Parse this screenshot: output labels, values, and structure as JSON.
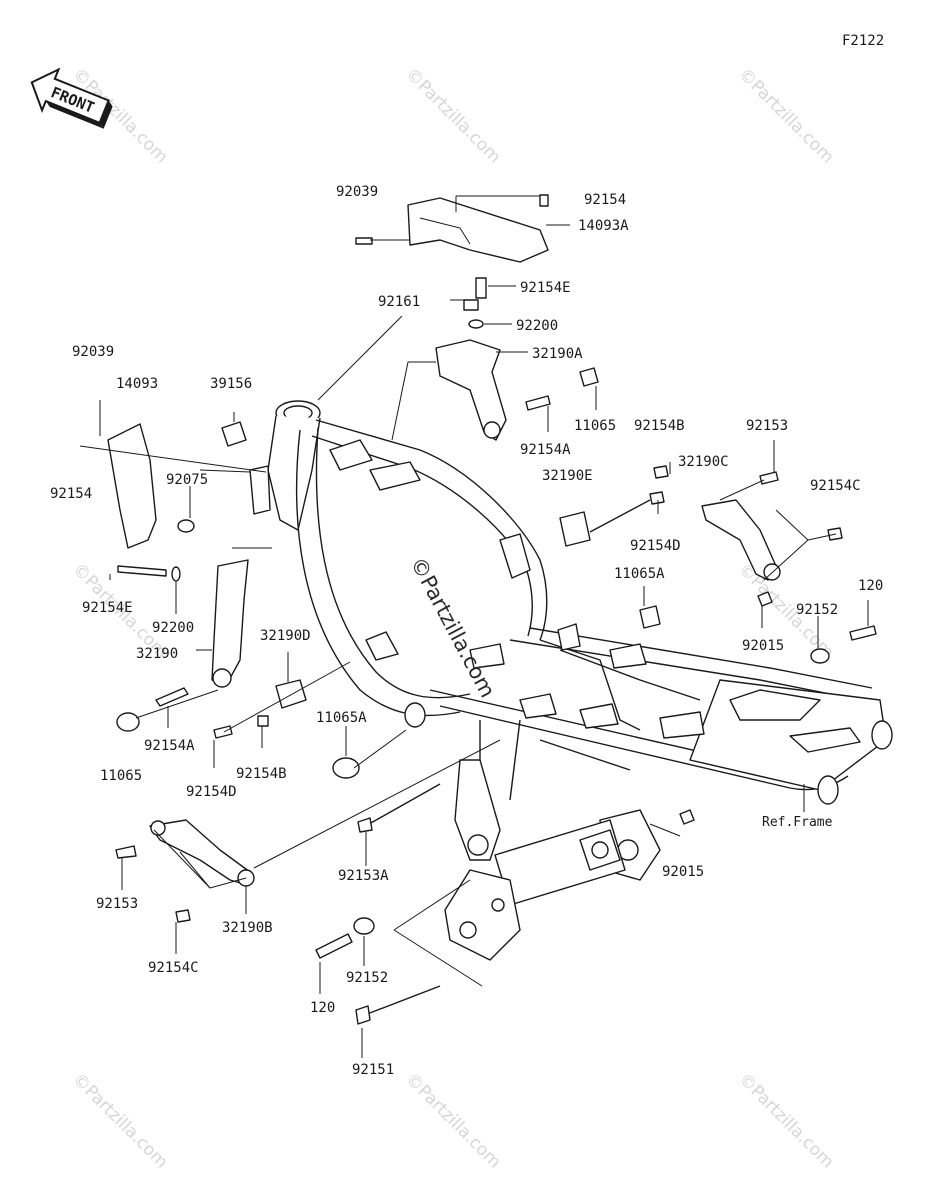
{
  "figure_code": "F2122",
  "front_label": "FRONT",
  "watermark": "©Partzilla.com",
  "ref_frame_label": "Ref.Frame",
  "parts": [
    {
      "id": "p01",
      "code": "92039"
    },
    {
      "id": "p02",
      "code": "92154"
    },
    {
      "id": "p03",
      "code": "14093A"
    },
    {
      "id": "p04",
      "code": "92154E"
    },
    {
      "id": "p05",
      "code": "92161"
    },
    {
      "id": "p06",
      "code": "92200"
    },
    {
      "id": "p07",
      "code": "32190A"
    },
    {
      "id": "p08",
      "code": "92039"
    },
    {
      "id": "p09",
      "code": "14093"
    },
    {
      "id": "p10",
      "code": "39156"
    },
    {
      "id": "p11",
      "code": "11065"
    },
    {
      "id": "p12",
      "code": "92154B"
    },
    {
      "id": "p13",
      "code": "92154A"
    },
    {
      "id": "p14",
      "code": "92153"
    },
    {
      "id": "p15",
      "code": "32190E"
    },
    {
      "id": "p16",
      "code": "32190C"
    },
    {
      "id": "p17",
      "code": "92154"
    },
    {
      "id": "p18",
      "code": "92075"
    },
    {
      "id": "p19",
      "code": "92154C"
    },
    {
      "id": "p20",
      "code": "92154D"
    },
    {
      "id": "p21",
      "code": "11065A"
    },
    {
      "id": "p22",
      "code": "120"
    },
    {
      "id": "p23",
      "code": "92154E"
    },
    {
      "id": "p24",
      "code": "92152"
    },
    {
      "id": "p25",
      "code": "92200"
    },
    {
      "id": "p26",
      "code": "92015"
    },
    {
      "id": "p27",
      "code": "32190"
    },
    {
      "id": "p28",
      "code": "32190D"
    },
    {
      "id": "p29",
      "code": "11065A"
    },
    {
      "id": "p30",
      "code": "92154A"
    },
    {
      "id": "p31",
      "code": "11065"
    },
    {
      "id": "p32",
      "code": "92154B"
    },
    {
      "id": "p33",
      "code": "92154D"
    },
    {
      "id": "p34",
      "code": "92015"
    },
    {
      "id": "p35",
      "code": "92153A"
    },
    {
      "id": "p36",
      "code": "92153"
    },
    {
      "id": "p37",
      "code": "32190B"
    },
    {
      "id": "p38",
      "code": "92154C"
    },
    {
      "id": "p39",
      "code": "92152"
    },
    {
      "id": "p40",
      "code": "120"
    },
    {
      "id": "p41",
      "code": "92151"
    }
  ]
}
